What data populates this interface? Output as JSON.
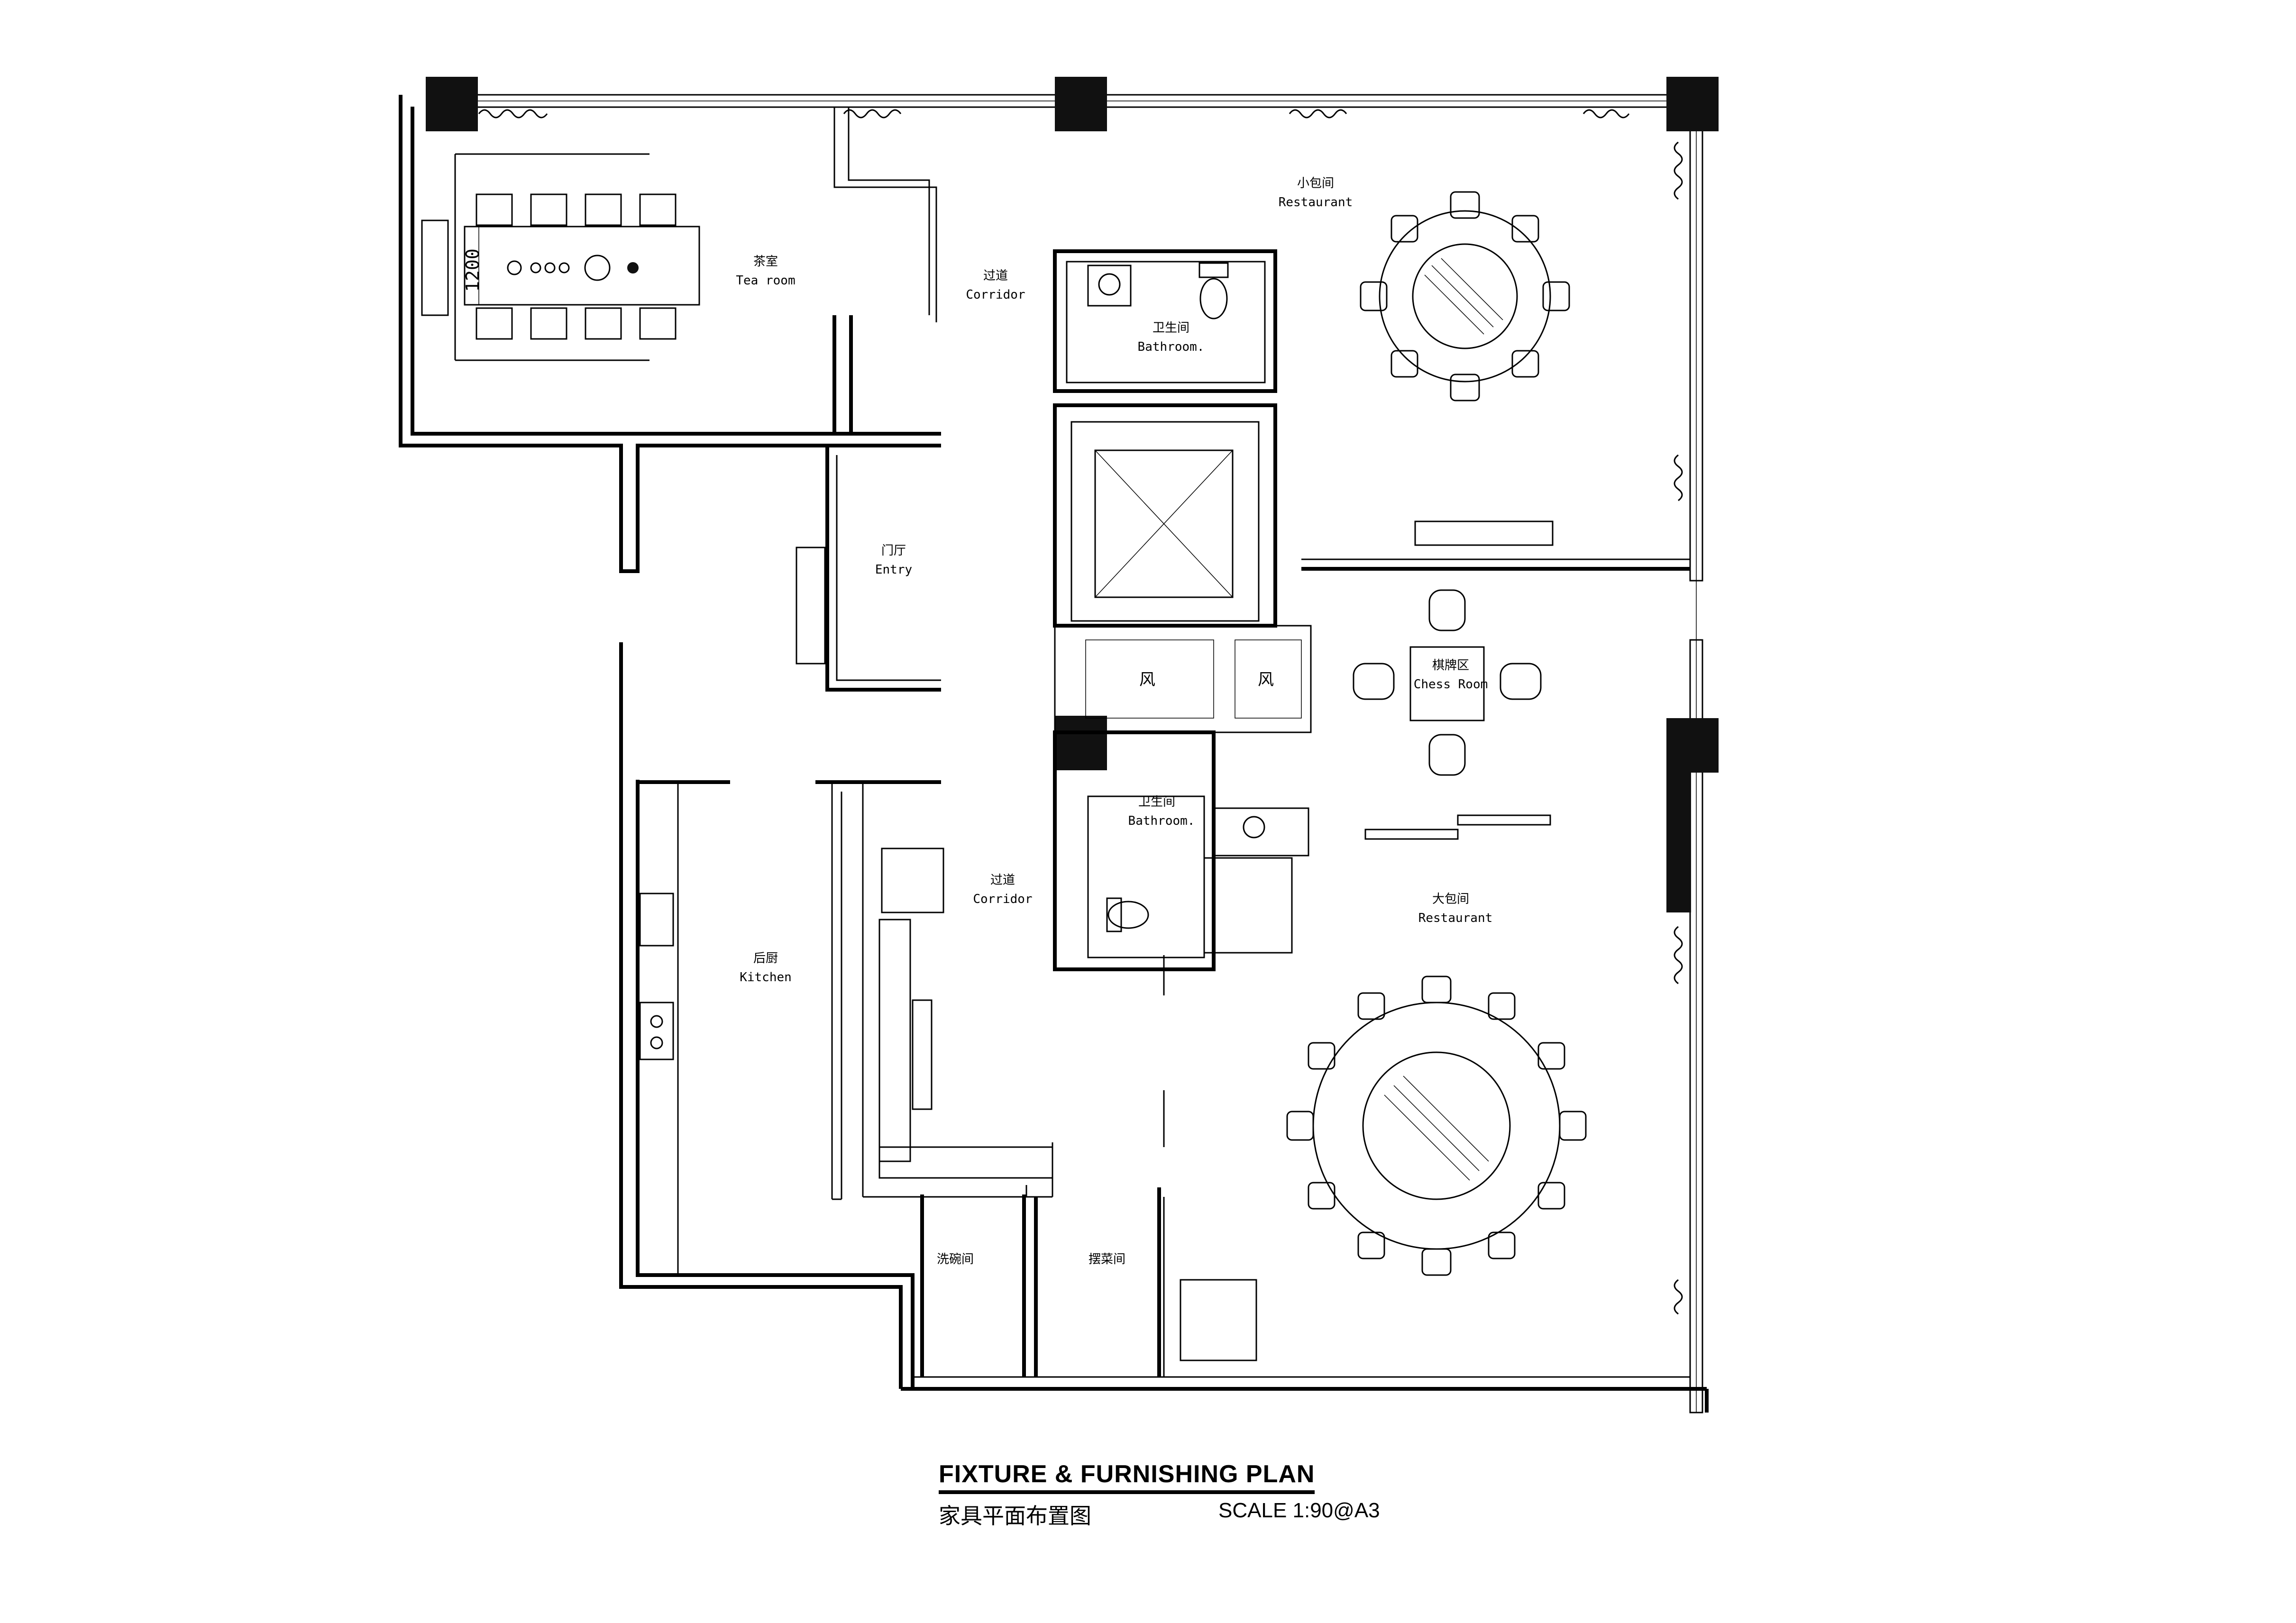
{
  "title": "FIXTURE & FURNISHING PLAN",
  "subtitle": "家具平面布置图",
  "scale": "SCALE  1:90@A3",
  "dimension": "1200",
  "rooms": {
    "tea_room": {
      "zh": "茶室",
      "en": "Tea room"
    },
    "corridor_upper": {
      "zh": "过道",
      "en": "Corridor"
    },
    "small_restaurant": {
      "zh": "小包间",
      "en": "Restaurant"
    },
    "bathroom_upper": {
      "zh": "卫生间",
      "en": "Bathroom."
    },
    "entry": {
      "zh": "门厅",
      "en": "Entry"
    },
    "chess_room": {
      "zh": "棋牌区",
      "en": "Chess Room"
    },
    "bathroom_lower": {
      "zh": "卫生间",
      "en": "Bathroom."
    },
    "corridor_lower": {
      "zh": "过道",
      "en": "Corridor"
    },
    "large_restaurant": {
      "zh": "大包间",
      "en": "Restaurant"
    },
    "kitchen": {
      "zh": "后厨",
      "en": "Kitchen"
    },
    "dishwashing": {
      "zh": "洗碗间"
    },
    "serving": {
      "zh": "摆菜间"
    }
  },
  "shaft_labels": [
    "风",
    "风"
  ],
  "colors": {
    "line": "#000000",
    "column": "#111111",
    "background": "#ffffff"
  }
}
